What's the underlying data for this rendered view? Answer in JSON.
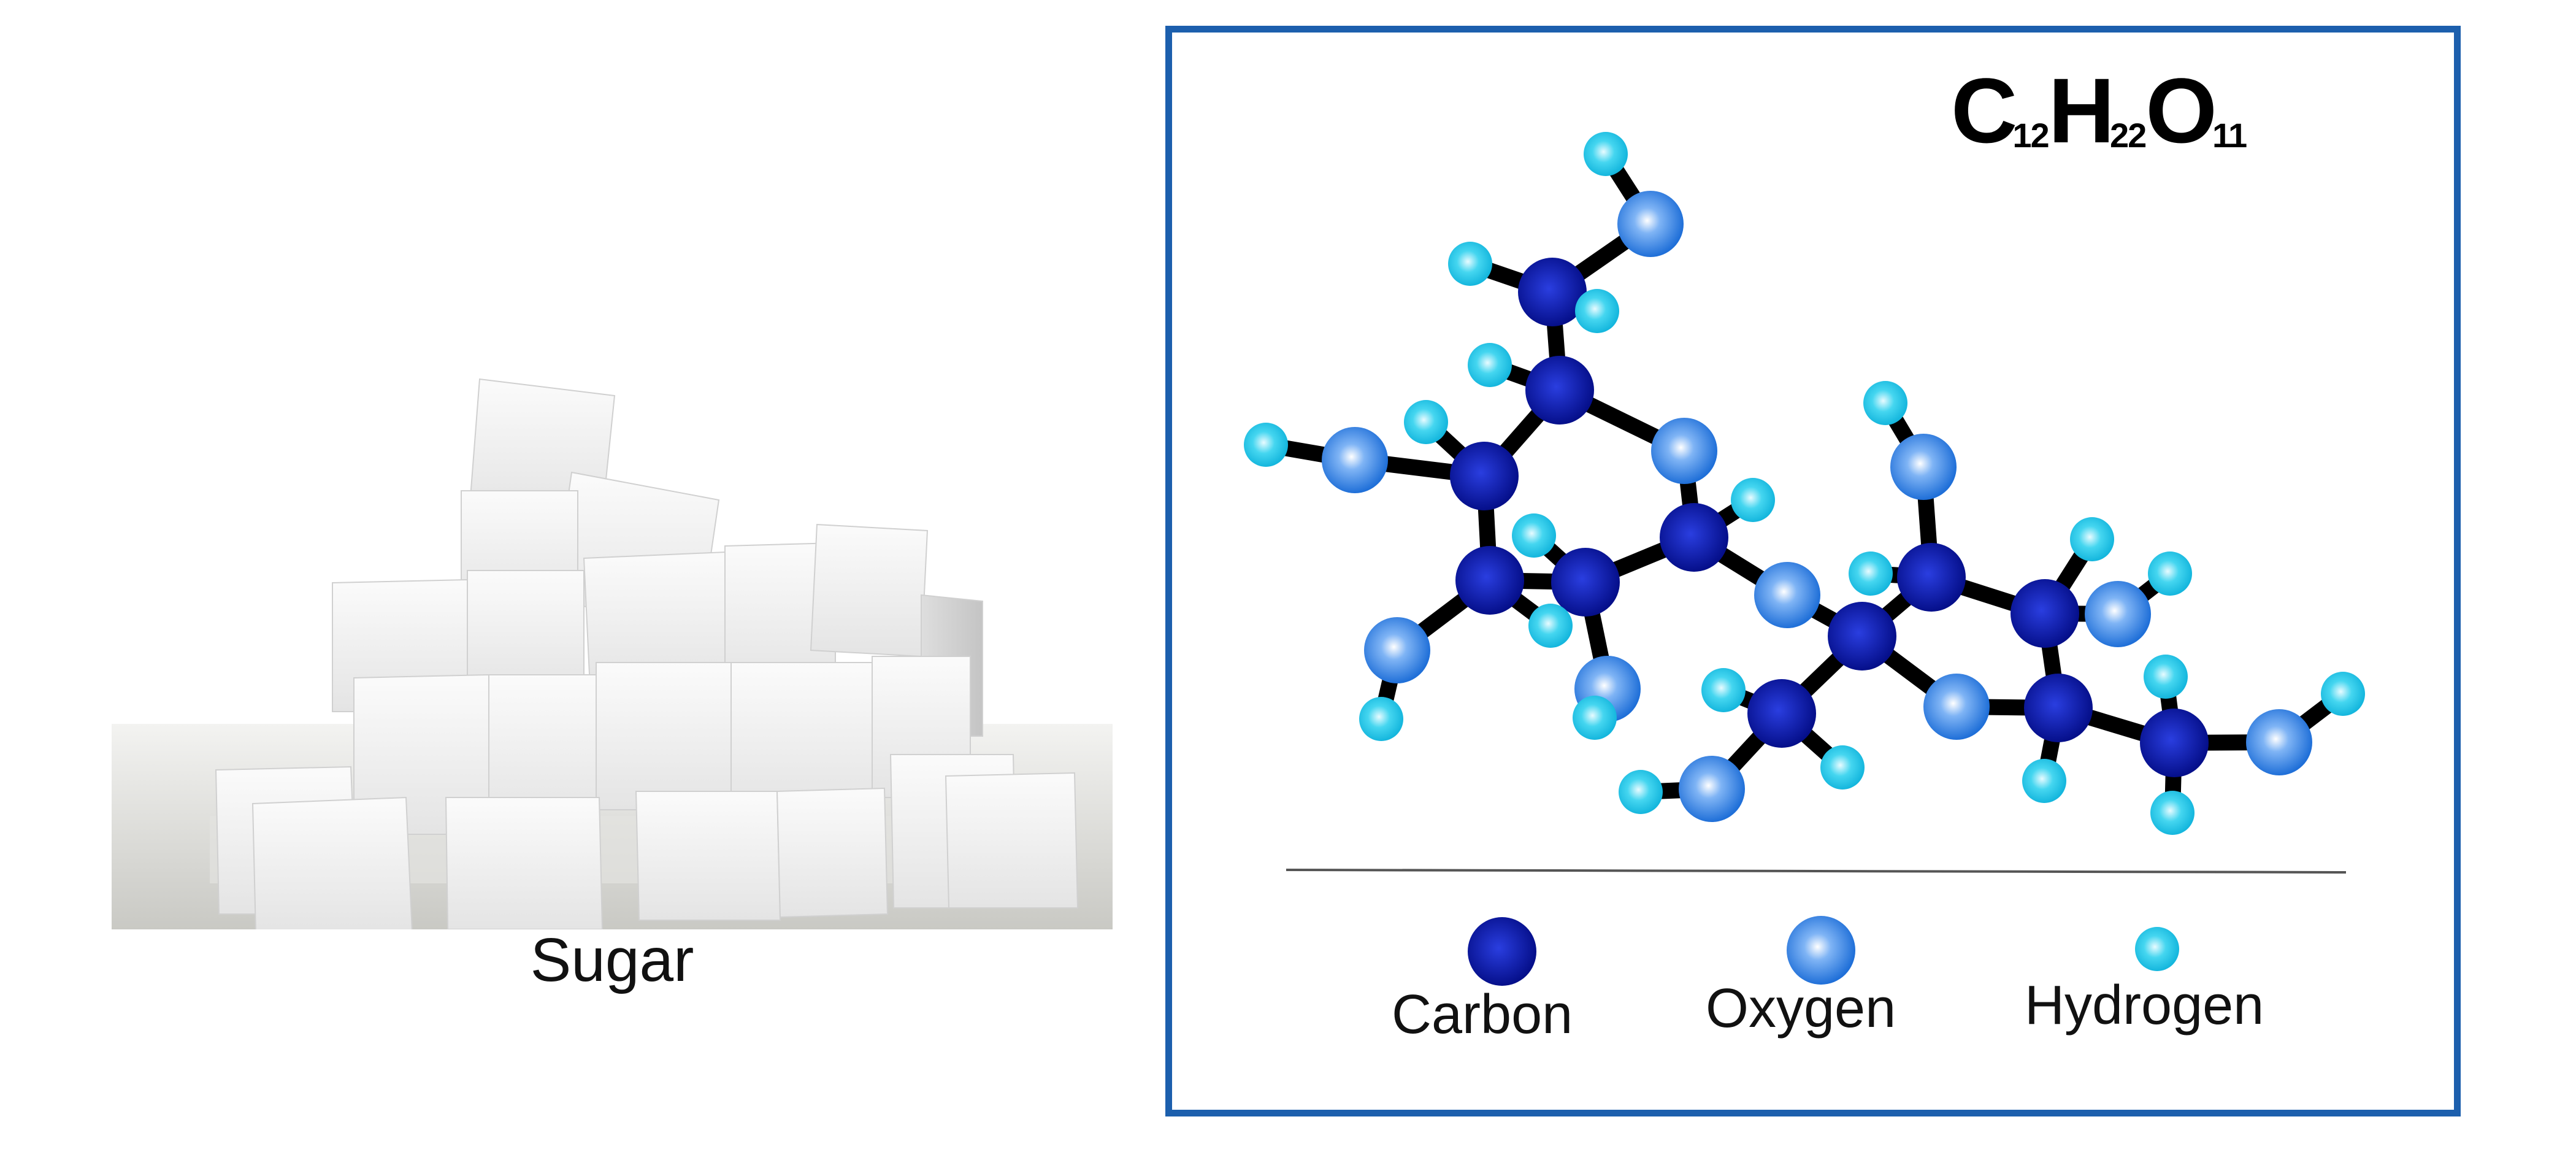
{
  "photo": {
    "caption": "Sugar"
  },
  "molecule": {
    "formula": {
      "c": "C",
      "c_count": "12",
      "h": "H",
      "h_count": "22",
      "o": "O",
      "o_count": "11"
    },
    "legend": {
      "carbon": "Carbon",
      "oxygen": "Oxygen",
      "hydrogen": "Hydrogen"
    },
    "colors": {
      "border": "#1c5fad",
      "carbon": "#0a1ab8",
      "oxygen": "#3f8fe8",
      "hydrogen": "#33d0ec",
      "bond": "#000000"
    }
  }
}
